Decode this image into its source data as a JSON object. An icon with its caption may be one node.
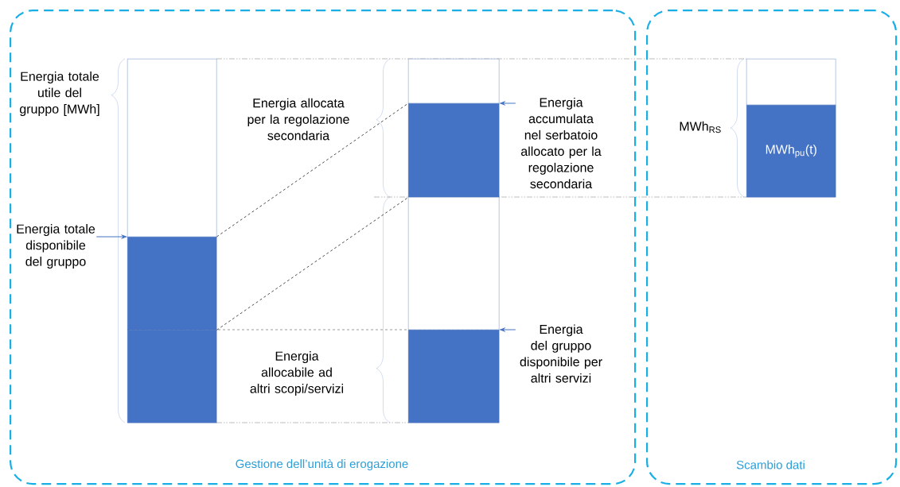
{
  "diagram": {
    "nodes": [
      {
        "text": [
          "Gestione dell’unità di erogazione"
        ]
      },
      {
        "text": [
          "Scambio dati"
        ]
      },
      {
        "text": [],
        "shape": "box",
        "in": 0
      },
      {
        "text": [],
        "shape": "box",
        "in": 0
      },
      {
        "text": [],
        "shape": "box",
        "in": 0
      },
      {
        "text": [],
        "shape": "box",
        "in": 0
      },
      {
        "text": [],
        "shape": "box",
        "in": 0
      },
      {
        "text": [],
        "shape": "box",
        "in": 0
      },
      {
        "text": [],
        "shape": "box",
        "in": 0
      },
      {
        "text": [],
        "shape": "box",
        "in": 1
      },
      {
        "text": [
          "MWh$_{pu}$(t)"
        ],
        "in": 1
      },
      {
        "text": [
          "Energia totale disponibile del gruppo"
        ],
        "in": 0
      },
      {
        "text": [
          "Energia accumulata nel serbatoio allocato per la regolazione secondaria"
        ],
        "in": 0
      },
      {
        "text": [
          "Energia del gruppo disponibile per altri servizi"
        ],
        "in": 0
      }
    ],
    "edges": [
      {
        "from": 11,
        "to": 3,
        "arrow": "to"
      },
      {
        "from": 12,
        "to": 6,
        "arrow": "to"
      },
      {
        "from": 13,
        "to": 8,
        "arrow": "to"
      },
      {
        "from": 3,
        "to": 6,
        "arrow": "none",
        "style": "dashed",
        "color": "#000000"
      },
      {
        "from": 3,
        "to": 6,
        "arrow": "none",
        "style": "dashed",
        "color": "#000000"
      }
    ],
    "labels": [
      "Energia totale utile del gruppo [MWh]",
      "Energia allocata per la regolazione secondaria",
      "Energia allocabile ad altri scopi/servizi",
      "MWh$_{RS}$"
    ]
  }
}
